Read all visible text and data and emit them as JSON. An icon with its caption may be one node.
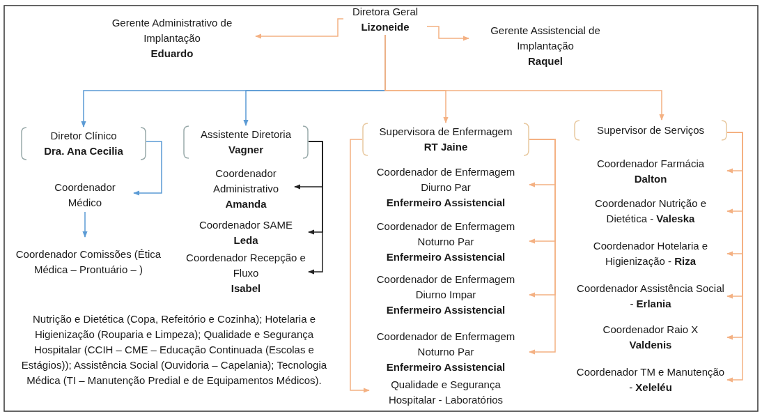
{
  "diagram": {
    "nodes": [
      {
        "text": [
          "Diretora Geral",
          "Lizoneide"
        ]
      },
      {
        "text": [
          "Gerente Administrativo de Implantação",
          "Eduardo"
        ]
      },
      {
        "text": [
          "Gerente Assistencial de Implantação",
          "Raquel"
        ]
      },
      {
        "text": [
          "Diretor Clínico",
          "Dra. Ana Cecilia"
        ]
      },
      {
        "text": [
          "Coordenador Médico"
        ]
      },
      {
        "text": [
          "Coordenador Comissões (Ética Médica – Prontuário – )"
        ]
      },
      {
        "text": [
          "Assistente Diretoria",
          "Vagner"
        ]
      },
      {
        "text": [
          "Coordenador Administrativo",
          "Amanda"
        ]
      },
      {
        "text": [
          "Coordenador SAME",
          "Leda"
        ]
      },
      {
        "text": [
          "Coordenador Recepção e Fluxo",
          "Isabel"
        ]
      },
      {
        "text": [
          "Supervisora de Enfermagem",
          "RT Jaine"
        ]
      },
      {
        "text": [
          "Coordenador de Enfermagem Diurno Par",
          "Enfermeiro Assistencial"
        ]
      },
      {
        "text": [
          "Coordenador de Enfermagem Noturno Par",
          "Enfermeiro Assistencial"
        ]
      },
      {
        "text": [
          "Coordenador de Enfermagem Diurno Impar",
          "Enfermeiro Assistencial"
        ]
      },
      {
        "text": [
          "Coordenador de Enfermagem Noturno Par",
          "Enfermeiro Assistencial"
        ]
      },
      {
        "text": [
          "Qualidade e Segurança Hospitalar - Laboratórios"
        ]
      },
      {
        "text": [
          "Supervisor de Serviços"
        ]
      },
      {
        "text": [
          "Coordenador Farmácia",
          "Dalton"
        ]
      },
      {
        "text": [
          "Coordenador Nutrição e Dietética - **Valeska**"
        ]
      },
      {
        "text": [
          "Coordenador Hotelaria e Higienização - **Riza**"
        ]
      },
      {
        "text": [
          "Coordenador Assistência Social - **Erlania**"
        ]
      },
      {
        "text": [
          "Coordenador Raio X",
          "Valdenis"
        ]
      },
      {
        "text": [
          "Coordenador TM e Manutenção - **Xeleléu**"
        ]
      }
    ],
    "edges": [
      {
        "from": 0,
        "to": 1,
        "arrow": "to"
      },
      {
        "from": 0,
        "to": 2,
        "arrow": "to"
      },
      {
        "from": 0,
        "to": 3,
        "arrow": "to",
        "color": "#5b9bd5"
      },
      {
        "from": 0,
        "to": 6,
        "arrow": "to",
        "color": "#5b9bd5"
      },
      {
        "from": 0,
        "to": 10,
        "arrow": "to"
      },
      {
        "from": 0,
        "to": 16,
        "arrow": "to"
      },
      {
        "from": 3,
        "to": 4,
        "arrow": "to",
        "color": "#5b9bd5"
      },
      {
        "from": 4,
        "to": 5,
        "arrow": "to",
        "color": "#5b9bd5"
      },
      {
        "from": 6,
        "to": 7,
        "arrow": "to",
        "color": "#222222"
      },
      {
        "from": 6,
        "to": 8,
        "arrow": "to",
        "color": "#222222"
      },
      {
        "from": 6,
        "to": 9,
        "arrow": "to",
        "color": "#222222"
      },
      {
        "from": 10,
        "to": 11,
        "arrow": "to"
      },
      {
        "from": 10,
        "to": 12,
        "arrow": "to"
      },
      {
        "from": 10,
        "to": 13,
        "arrow": "to"
      },
      {
        "from": 10,
        "to": 14,
        "arrow": "to"
      },
      {
        "from": 10,
        "to": 15,
        "arrow": "to"
      },
      {
        "from": 16,
        "to": 17,
        "arrow": "to"
      },
      {
        "from": 16,
        "to": 18,
        "arrow": "to"
      },
      {
        "from": 16,
        "to": 19,
        "arrow": "to"
      },
      {
        "from": 16,
        "to": 20,
        "arrow": "to"
      },
      {
        "from": 16,
        "to": 21,
        "arrow": "to"
      },
      {
        "from": 16,
        "to": 22,
        "arrow": "to"
      }
    ],
    "labels": [
      "Nutrição e Dietética (Copa, Refeitório e Cozinha); Hotelaria e Higienização (Rouparia e Limpeza); Qualidade e Segurança Hospitalar (CCIH – CME – Educação Continuada (Escolas e Estágios)); Assistência Social (Ouvidoria – Capelania); Tecnologia Médica (TI – Manutenção Predial e de Equipamentos Médicos)."
    ]
  }
}
